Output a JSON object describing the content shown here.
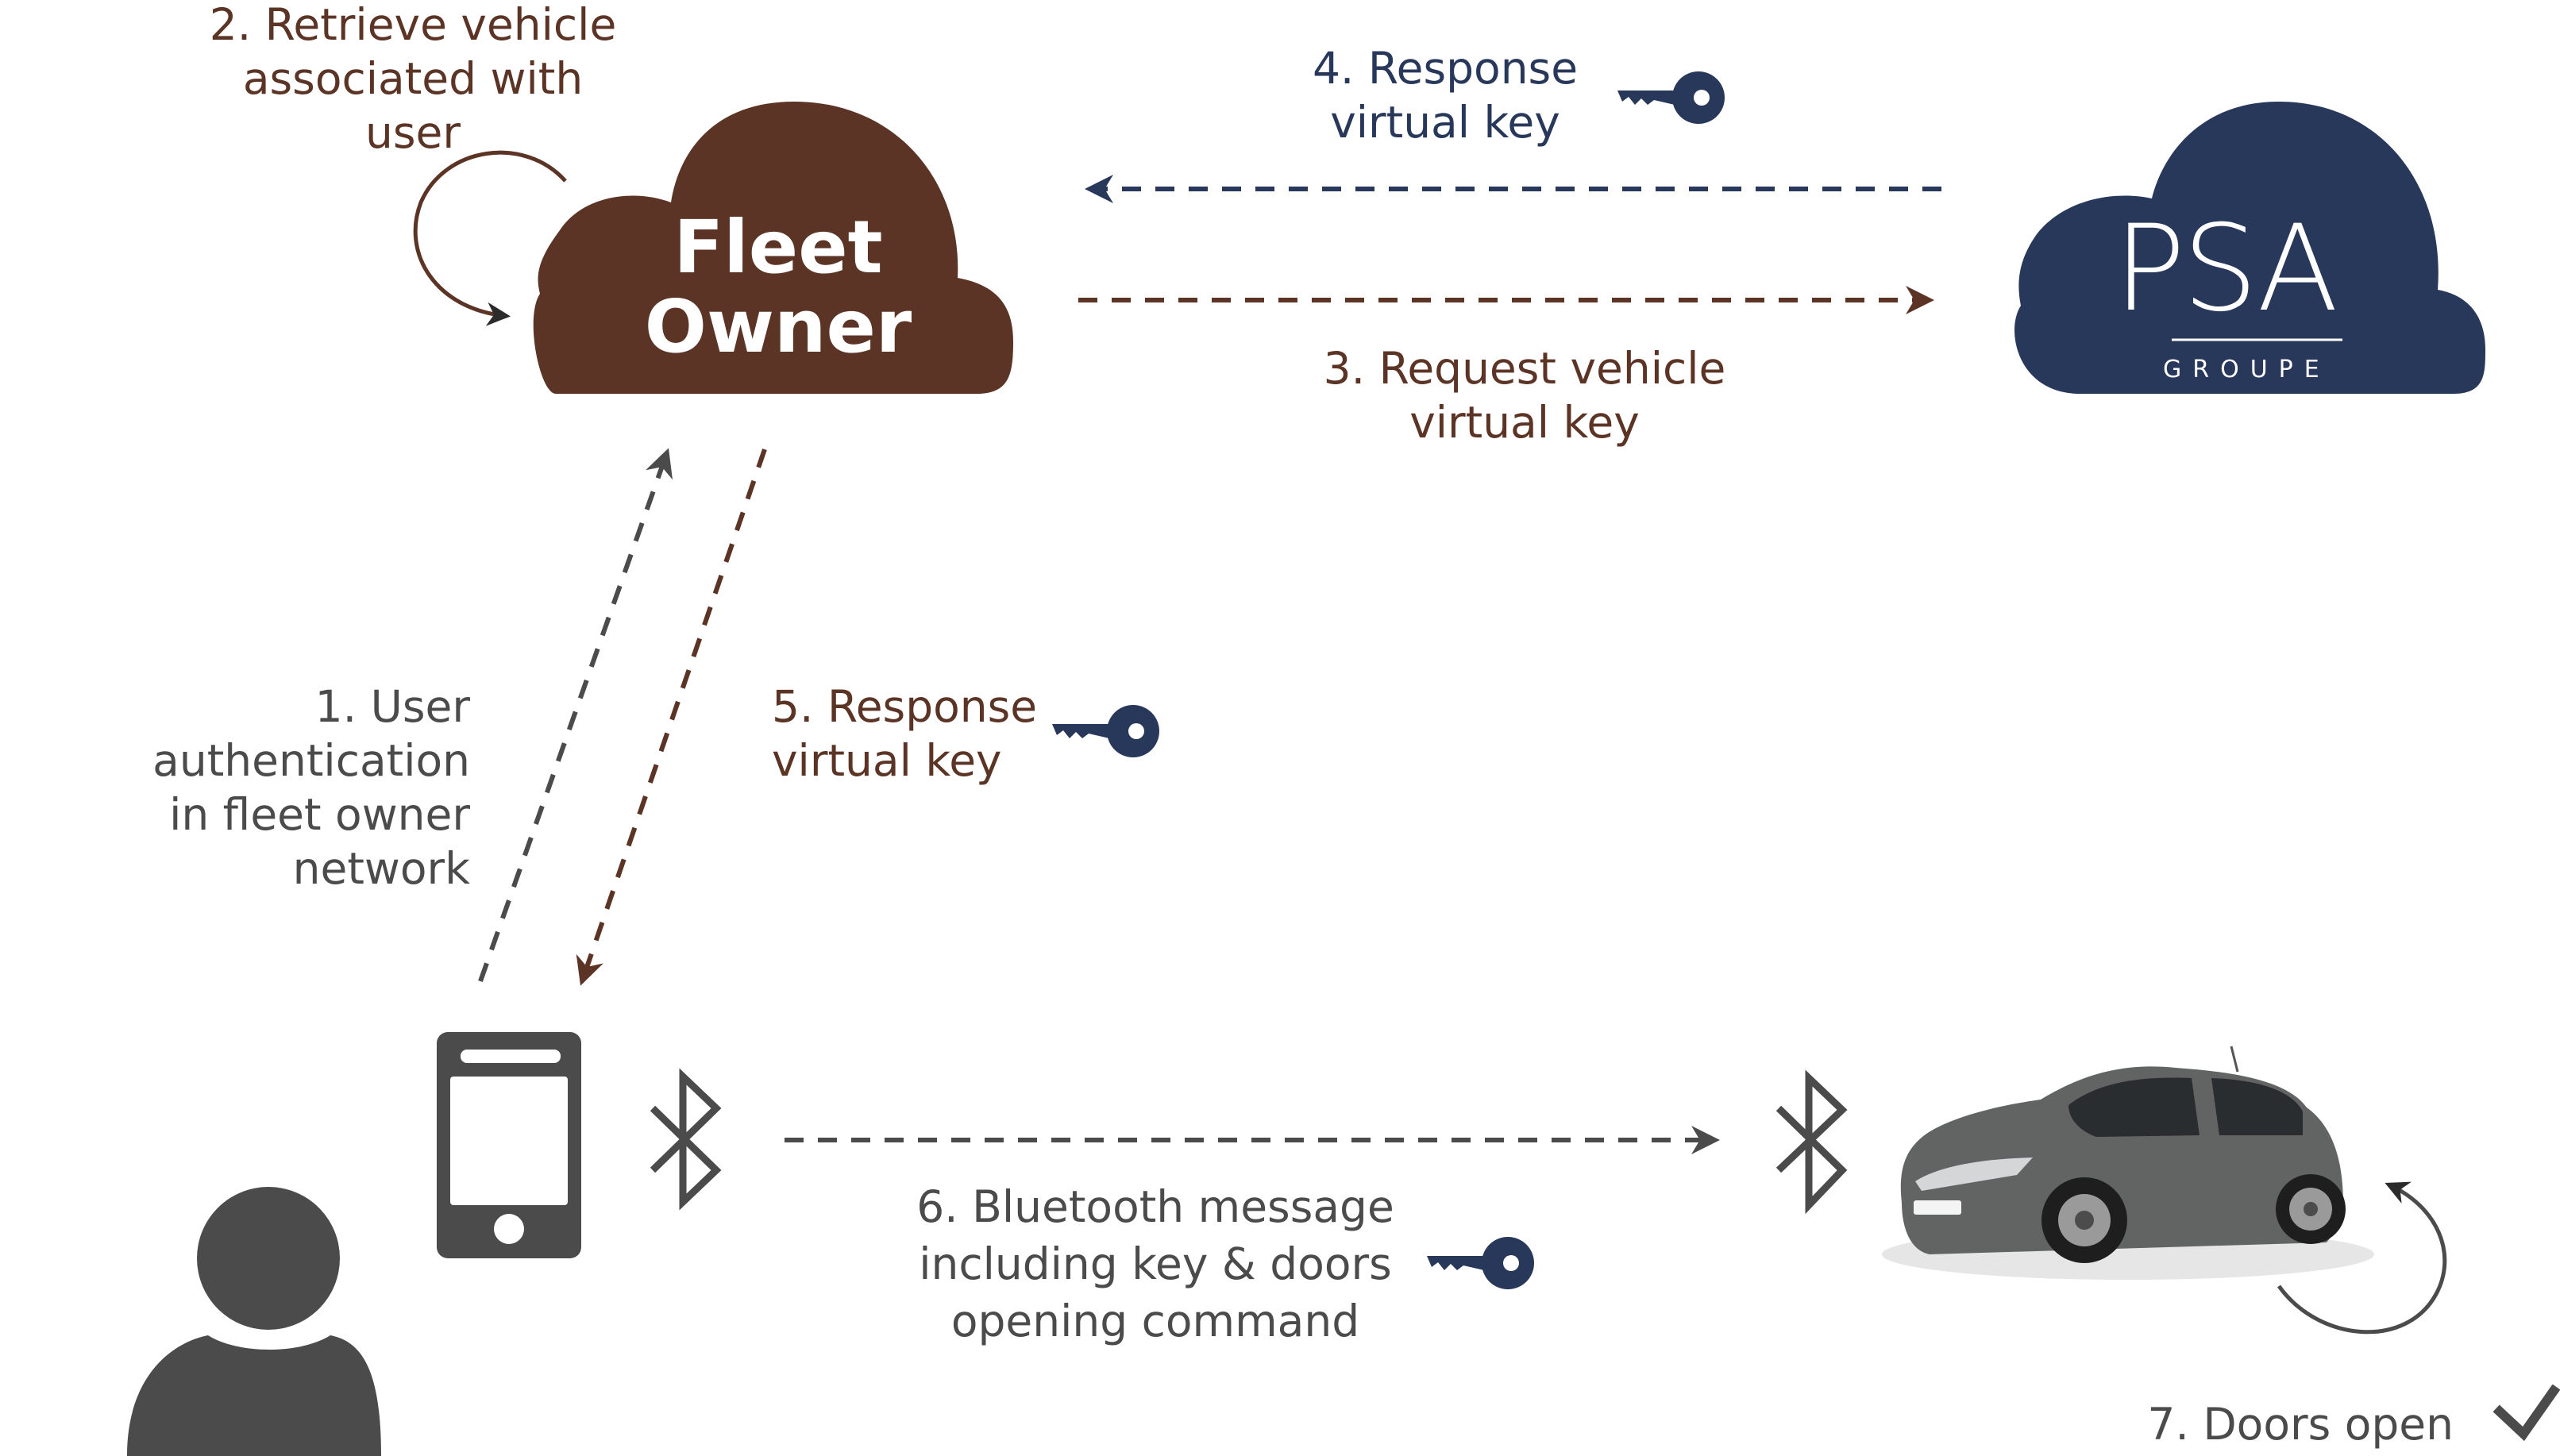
{
  "cloud_fleet": {
    "line1": "Fleet",
    "line2": "Owner"
  },
  "cloud_psa": {
    "logo": "PSA",
    "sub": "GROUPE"
  },
  "steps": {
    "s1": "1. User authentication\nin fleet owner network",
    "s2": "2. Retrieve vehicle\nassociated with user",
    "s3": "3. Request vehicle\nvirtual key",
    "s4": "4. Response\nvirtual key",
    "s5": "5. Response\nvirtual key",
    "s6": "6. Bluetooth message\nincluding key & doors\nopening command",
    "s7": "7. Doors open"
  },
  "colors": {
    "brown": "#5b3426",
    "navy": "#28385a",
    "gray": "#4b4b4b",
    "white": "#ffffff"
  },
  "icons": [
    "key-icon",
    "bluetooth-icon",
    "smartphone-icon",
    "user-icon",
    "car-icon",
    "checkmark-icon",
    "cycle-arrow-icon"
  ]
}
